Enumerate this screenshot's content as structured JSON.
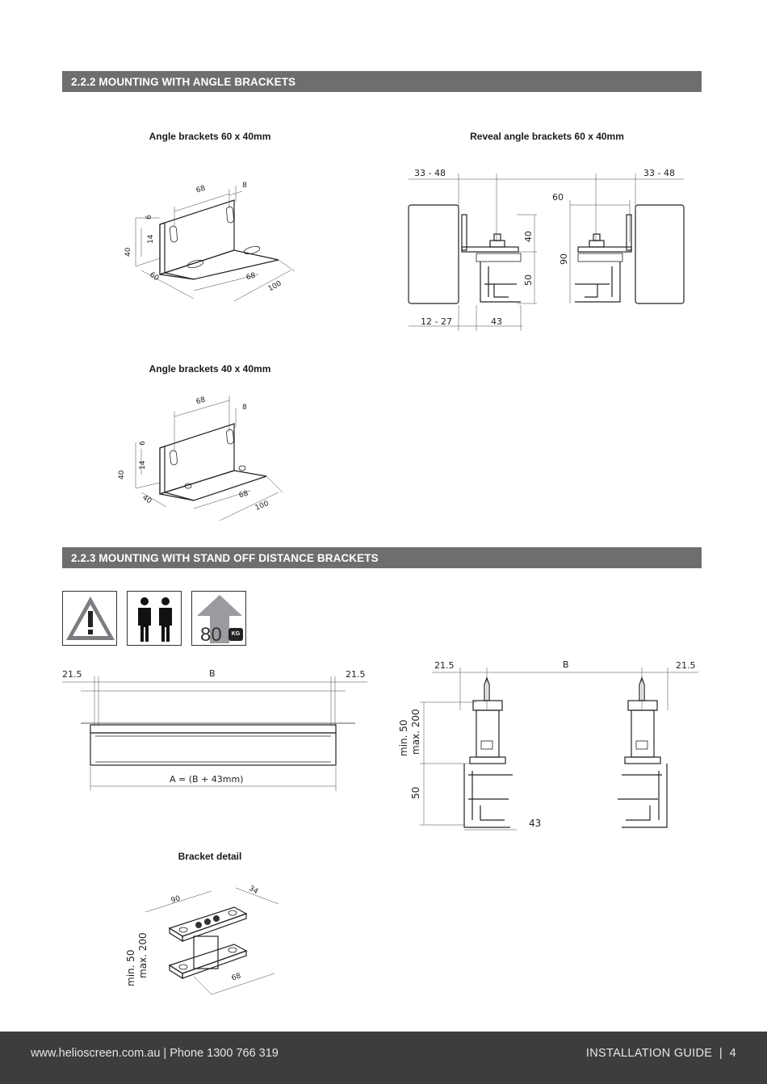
{
  "sections": {
    "s222": {
      "title": "2.2.2 MOUNTING WITH ANGLE BRACKETS"
    },
    "s223": {
      "title": "2.2.3 MOUNTING WITH STAND OFF DISTANCE BRACKETS"
    }
  },
  "fig_angle60": {
    "caption": "Angle brackets 60 x 40mm",
    "dims": {
      "d68": "68",
      "d8": "8",
      "d6": "6",
      "d14": "14",
      "d40": "40",
      "d60": "60",
      "d68b": "68",
      "d100": "100"
    }
  },
  "fig_reveal": {
    "caption": "Reveal angle brackets 60 x 40mm",
    "dims": {
      "left_range": "33 - 48",
      "right_range": "33 - 48",
      "d60": "60",
      "d40": "40",
      "d90": "90",
      "d50": "50",
      "bottom_range": "12 - 27",
      "d43": "43"
    }
  },
  "fig_angle40": {
    "caption": "Angle brackets 40 x 40mm",
    "dims": {
      "d68": "68",
      "d8": "8",
      "d6": "6",
      "d14": "14",
      "d40": "40",
      "d40b": "40",
      "d68b": "68",
      "d100": "100"
    }
  },
  "icons": {
    "warning": "warning-triangle-icon",
    "people": "two-persons-icon",
    "weight": {
      "icon": "weight-icon",
      "value": "80",
      "unit": "KG"
    }
  },
  "fig_standoff_front": {
    "dims": {
      "left": "21.5",
      "center": "B",
      "right": "21.5",
      "formula": "A = (B + 43mm)"
    }
  },
  "fig_standoff_side": {
    "dims": {
      "left": "21.5",
      "center": "B",
      "right": "21.5",
      "minmax_min": "min. 50",
      "minmax_max": "max. 200",
      "d50": "50",
      "d43": "43"
    }
  },
  "fig_bracket_detail": {
    "caption": "Bracket detail",
    "dims": {
      "d90": "90",
      "d34": "34",
      "min": "min. 50",
      "max": "max. 200",
      "d68": "68"
    }
  },
  "footer": {
    "left": "www.helioscreen.com.au | Phone 1300 766 319",
    "right": "INSTALLATION GUIDE  |  4"
  }
}
